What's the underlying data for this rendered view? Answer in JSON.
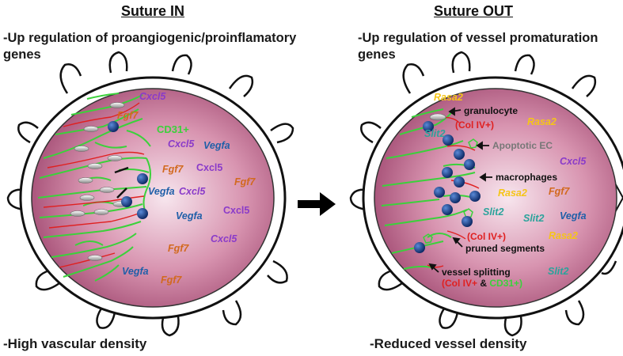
{
  "left": {
    "title": "Suture IN",
    "header_line1": "-Up regulation of proangiogenic/proinflamatory",
    "header_line2": "genes",
    "footer": "-High vascular density",
    "labels": {
      "cd31": "CD31+",
      "genes": [
        {
          "text": "Cxcl5",
          "italic": true
        },
        {
          "text": "Fgf7",
          "italic": true
        },
        {
          "text": "Cxcl5",
          "italic": true
        },
        {
          "text": "Vegfa",
          "italic": true
        },
        {
          "text": "Fgf7",
          "italic": true
        },
        {
          "text": "Cxcl5",
          "italic": false
        },
        {
          "text": "Fgf7",
          "italic": true
        },
        {
          "text": "Vegfa",
          "italic": true
        },
        {
          "text": "Cxcl5",
          "italic": true
        },
        {
          "text": "Vegfa",
          "italic": true
        },
        {
          "text": "Cxcl5",
          "italic": false
        },
        {
          "text": "Cxcl5",
          "italic": true
        },
        {
          "text": "Fgf7",
          "italic": true
        },
        {
          "text": "Vegfa",
          "italic": true
        },
        {
          "text": "Fgf7",
          "italic": true
        }
      ]
    }
  },
  "right": {
    "title": "Suture OUT",
    "header_line1": "-Up regulation of vessel promaturation",
    "header_line2": "genes",
    "footer": "-Reduced vessel density",
    "annotations": {
      "granulocyte": "granulocyte",
      "col_iv_1": "(Col IV+)",
      "apoptotic": "Apoptotic EC",
      "macrophages": "macrophages",
      "col_iv_2": "(Col IV+)",
      "pruned": "pruned segments",
      "splitting": "vessel splitting",
      "split_col": "(Col IV+",
      "split_amp": " & ",
      "split_cd31": "CD31+)"
    },
    "genes": [
      {
        "text": "Rasa2"
      },
      {
        "text": "Rasa2"
      },
      {
        "text": "Slit2"
      },
      {
        "text": "Cxcl5"
      },
      {
        "text": "Rasa2"
      },
      {
        "text": "Fgf7"
      },
      {
        "text": "Slit2"
      },
      {
        "text": "Slit2"
      },
      {
        "text": "Vegfa"
      },
      {
        "text": "Rasa2"
      },
      {
        "text": "Slit2"
      }
    ]
  },
  "colors": {
    "cxcl5": "#8a3bc9",
    "fgf7": "#d2691e",
    "vegfa": "#1f5fa8",
    "rasa2": "#f5c518",
    "slit2": "#2aa39b",
    "cd31": "#3bd13b",
    "col_iv": "#e02020"
  }
}
